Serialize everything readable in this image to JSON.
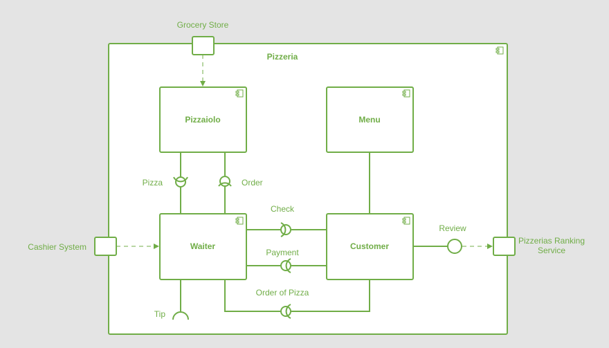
{
  "colors": {
    "background": "#e4e4e4",
    "stroke": "#70ad47",
    "text": "#70ad47",
    "fill": "#ffffff"
  },
  "container": {
    "title": "Pizzeria"
  },
  "components": {
    "pizzaiolo": "Pizzaiolo",
    "menu": "Menu",
    "waiter": "Waiter",
    "customer": "Customer"
  },
  "external_ports": {
    "grocery_store": "Grocery Store",
    "cashier_system": "Cashier System",
    "ranking_service_line1": "Pizzerias Ranking",
    "ranking_service_line2": "Service"
  },
  "interfaces": {
    "pizza": "Pizza",
    "order": "Order",
    "check": "Check",
    "payment": "Payment",
    "order_of_pizza": "Order of Pizza",
    "tip": "Tip",
    "review": "Review"
  },
  "icons": {
    "component": "component-icon",
    "provided_interface": "lollipop-icon",
    "required_interface": "socket-icon"
  }
}
